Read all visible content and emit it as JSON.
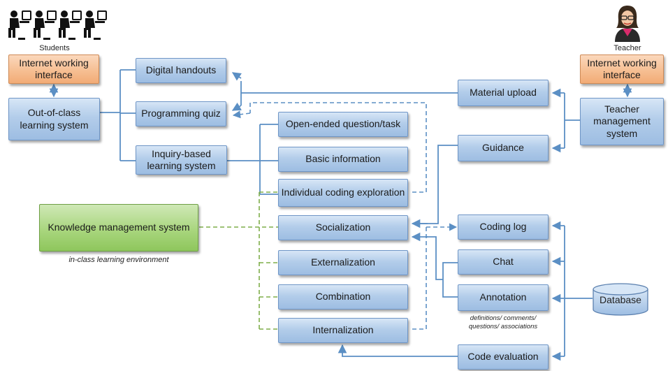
{
  "students": {
    "caption": "Students",
    "interface": "Internet working interface",
    "system": "Out-of-class learning system"
  },
  "teacher": {
    "caption": "Teacher",
    "interface": "Internet working interface",
    "system": "Teacher management system"
  },
  "out_of_class": {
    "handouts": "Digital handouts",
    "quiz": "Programming quiz",
    "inquiry": "Inquiry-based learning system"
  },
  "inquiry_items": {
    "open_ended": "Open-ended question/task",
    "basic_info": "Basic information",
    "coding_exploration": "Individual coding exploration"
  },
  "seci": {
    "socialization": "Socialization",
    "externalization": "Externalization",
    "combination": "Combination",
    "internalization": "Internalization"
  },
  "teacher_side": {
    "material_upload": "Material upload",
    "guidance": "Guidance"
  },
  "logs": {
    "coding_log": "Coding log",
    "chat": "Chat",
    "annotation": "Annotation",
    "annotation_note": "definitions/ comments/ questions/ associations",
    "code_evaluation": "Code evaluation",
    "database": "Database"
  },
  "knowledge": {
    "system": "Knowledge management system",
    "environment": "in-class learning environment"
  },
  "colors": {
    "connector": "#5b8fc4",
    "dashed_blue": "#5b8fc4",
    "dashed_green": "#7fae4a",
    "blue_box": "#a9c6e6",
    "orange_box": "#f6bf93",
    "green_box": "#a9d67e"
  },
  "icons": [
    "student-at-computer-icon",
    "teacher-avatar-icon",
    "database-cylinder-icon"
  ]
}
